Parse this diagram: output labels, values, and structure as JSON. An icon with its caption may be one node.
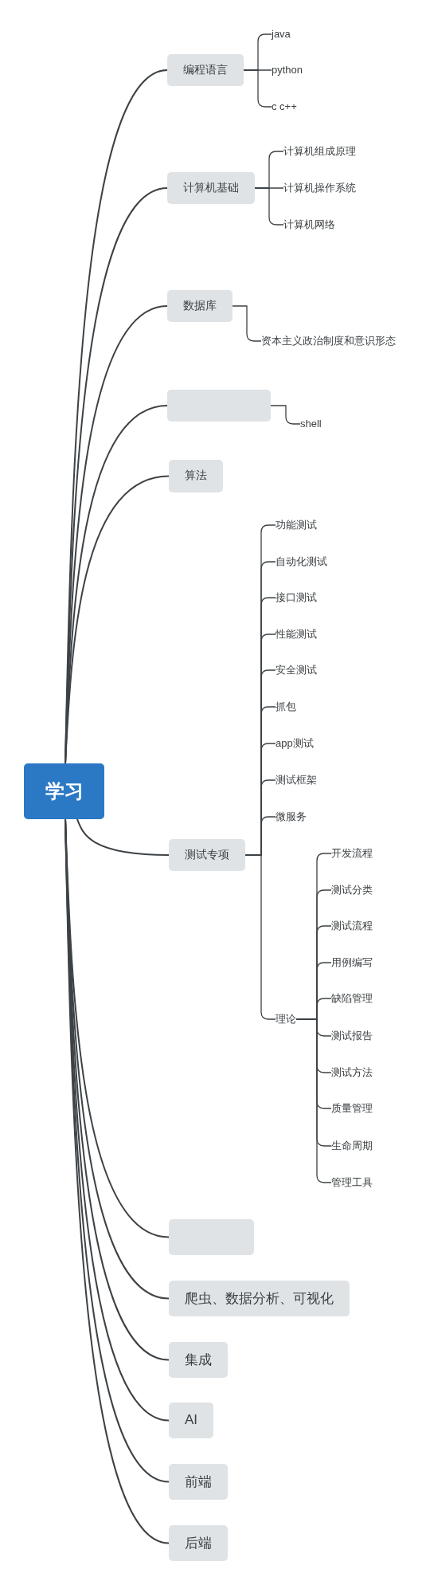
{
  "diagram": {
    "nodes": [
      {
        "text": [
          "学习"
        ]
      },
      {
        "text": [
          "编程语言"
        ]
      },
      {
        "text": [
          "java"
        ]
      },
      {
        "text": [
          "python"
        ]
      },
      {
        "text": [
          "c c++"
        ]
      },
      {
        "text": [
          "计算机基础"
        ]
      },
      {
        "text": [
          "计算机组成原理"
        ]
      },
      {
        "text": [
          "计算机操作系统"
        ]
      },
      {
        "text": [
          "计算机网络"
        ]
      },
      {
        "text": [
          "数据库"
        ]
      },
      {
        "text": [
          "资本主义政治制度和意识形态"
        ]
      },
      {
        "text": [],
        "shape": "box"
      },
      {
        "text": [
          "shell"
        ]
      },
      {
        "text": [
          "算法"
        ]
      },
      {
        "text": [
          "测试专项"
        ]
      },
      {
        "text": [
          "功能测试"
        ]
      },
      {
        "text": [
          "自动化测试"
        ]
      },
      {
        "text": [
          "接口测试"
        ]
      },
      {
        "text": [
          "性能测试"
        ]
      },
      {
        "text": [
          "安全测试"
        ]
      },
      {
        "text": [
          "抓包"
        ]
      },
      {
        "text": [
          "app测试"
        ]
      },
      {
        "text": [
          "测试框架"
        ]
      },
      {
        "text": [
          "微服务"
        ]
      },
      {
        "text": [
          "理论"
        ]
      },
      {
        "text": [
          "开发流程"
        ]
      },
      {
        "text": [
          "测试分类"
        ]
      },
      {
        "text": [
          "测试流程"
        ]
      },
      {
        "text": [
          "用例编写"
        ]
      },
      {
        "text": [
          "缺陷管理"
        ]
      },
      {
        "text": [
          "测试报告"
        ]
      },
      {
        "text": [
          "测试方法"
        ]
      },
      {
        "text": [
          "质量管理"
        ]
      },
      {
        "text": [
          "生命周期"
        ]
      },
      {
        "text": [
          "管理工具"
        ]
      },
      {
        "text": [],
        "shape": "box"
      },
      {
        "text": [
          "爬虫、数据分析、可视化"
        ]
      },
      {
        "text": [
          "集成"
        ]
      },
      {
        "text": [
          "AI"
        ]
      },
      {
        "text": [
          "前端"
        ]
      },
      {
        "text": [
          "后端"
        ]
      }
    ],
    "edges": [
      {
        "from": 0,
        "to": 1,
        "arrow": "none"
      },
      {
        "from": 1,
        "to": 2,
        "arrow": "none"
      },
      {
        "from": 1,
        "to": 3,
        "arrow": "none"
      },
      {
        "from": 1,
        "to": 4,
        "arrow": "none"
      },
      {
        "from": 0,
        "to": 5,
        "arrow": "none"
      },
      {
        "from": 5,
        "to": 6,
        "arrow": "none"
      },
      {
        "from": 5,
        "to": 7,
        "arrow": "none"
      },
      {
        "from": 5,
        "to": 8,
        "arrow": "none"
      },
      {
        "from": 0,
        "to": 9,
        "arrow": "none"
      },
      {
        "from": 9,
        "to": 10,
        "arrow": "none"
      },
      {
        "from": 0,
        "to": 11,
        "arrow": "none"
      },
      {
        "from": 11,
        "to": 12,
        "arrow": "none"
      },
      {
        "from": 0,
        "to": 13,
        "arrow": "none"
      },
      {
        "from": 0,
        "to": 14,
        "arrow": "none"
      },
      {
        "from": 14,
        "to": 15,
        "arrow": "none"
      },
      {
        "from": 14,
        "to": 16,
        "arrow": "none"
      },
      {
        "from": 14,
        "to": 17,
        "arrow": "none"
      },
      {
        "from": 14,
        "to": 18,
        "arrow": "none"
      },
      {
        "from": 14,
        "to": 19,
        "arrow": "none"
      },
      {
        "from": 14,
        "to": 20,
        "arrow": "none"
      },
      {
        "from": 14,
        "to": 21,
        "arrow": "none"
      },
      {
        "from": 14,
        "to": 22,
        "arrow": "none"
      },
      {
        "from": 14,
        "to": 23,
        "arrow": "none"
      },
      {
        "from": 14,
        "to": 24,
        "arrow": "none"
      },
      {
        "from": 24,
        "to": 25,
        "arrow": "none"
      },
      {
        "from": 24,
        "to": 26,
        "arrow": "none"
      },
      {
        "from": 24,
        "to": 27,
        "arrow": "none"
      },
      {
        "from": 24,
        "to": 28,
        "arrow": "none"
      },
      {
        "from": 24,
        "to": 29,
        "arrow": "none"
      },
      {
        "from": 24,
        "to": 30,
        "arrow": "none"
      },
      {
        "from": 24,
        "to": 31,
        "arrow": "none"
      },
      {
        "from": 24,
        "to": 32,
        "arrow": "none"
      },
      {
        "from": 24,
        "to": 33,
        "arrow": "none"
      },
      {
        "from": 24,
        "to": 34,
        "arrow": "none"
      },
      {
        "from": 0,
        "to": 35,
        "arrow": "none"
      },
      {
        "from": 0,
        "to": 36,
        "arrow": "none"
      },
      {
        "from": 0,
        "to": 37,
        "arrow": "none"
      },
      {
        "from": 0,
        "to": 38,
        "arrow": "none"
      },
      {
        "from": 0,
        "to": 39,
        "arrow": "none"
      },
      {
        "from": 0,
        "to": 40,
        "arrow": "none"
      }
    ]
  }
}
